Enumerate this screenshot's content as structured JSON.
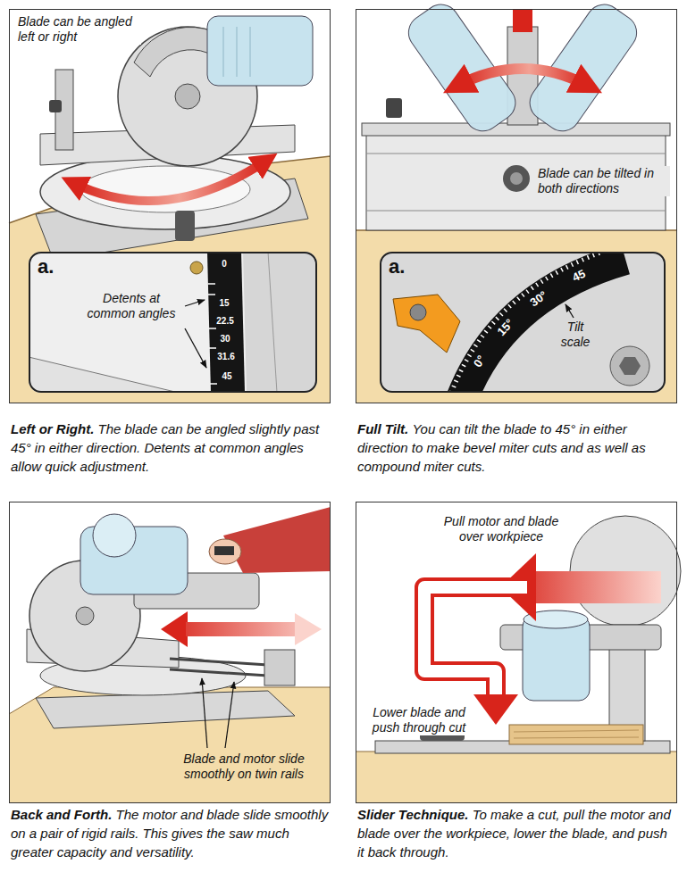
{
  "diagram": {
    "nodes": [
      {
        "text": [
          "Blade can be angled left or right"
        ]
      },
      {
        "text": [
          "a.",
          "Detents at common angles",
          "0",
          "15",
          "22.5",
          "30",
          "31.6",
          "45"
        ],
        "in": 0
      },
      {
        "text": [
          "Blade can be tilted in both directions"
        ]
      },
      {
        "text": [
          "a.",
          "Tilt scale",
          "0°",
          "15°",
          "30°",
          "45"
        ],
        "in": 2
      },
      {
        "text": [
          "Blade and motor slide smoothly on twin rails"
        ]
      },
      {
        "text": [
          "Pull motor and blade over workpiece",
          "Lower blade and push through cut"
        ]
      }
    ],
    "labels": [
      "Left or Right.",
      "The blade can be angled slightly past 45° in either direction. Detents at common angles allow quick adjustment.",
      "Full Tilt.",
      "You can tilt the blade to 45° in either direction to make bevel miter cuts and as well as compound miter cuts.",
      "Back and Forth.",
      "The motor and blade slide smoothly on a pair of rigid rails. This gives the saw much greater capacity and versatility.",
      "Slider Technique.",
      "To make a cut, pull the motor and blade over the workpiece, lower the blade, and push it back through."
    ]
  }
}
